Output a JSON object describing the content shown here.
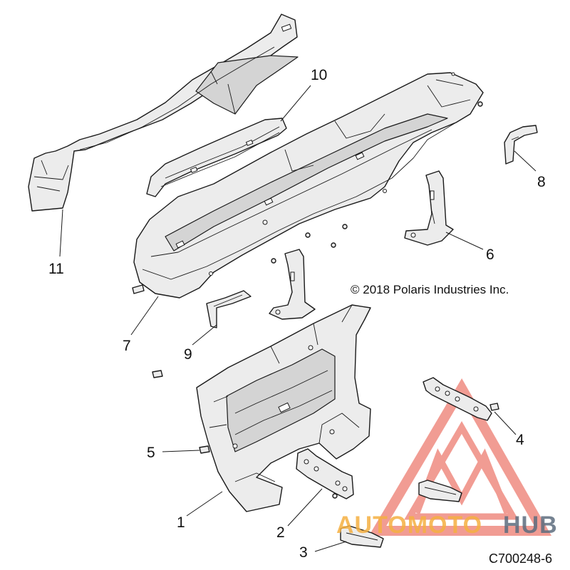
{
  "copyright": "© 2018 Polaris Industries Inc.",
  "drawing_id": "C700248-6",
  "watermark": {
    "word_a": "AUTOMOTO",
    "word_b": "HUB",
    "color_a": "#f5b041",
    "color_b": "#5d6d7e",
    "triangle_color": "#e74c3c"
  },
  "callouts": [
    "1",
    "2",
    "3",
    "4",
    "5",
    "6",
    "7",
    "8",
    "9",
    "10",
    "11"
  ],
  "colors": {
    "line": "#1a1a1a",
    "part_fill": "#ececec"
  }
}
